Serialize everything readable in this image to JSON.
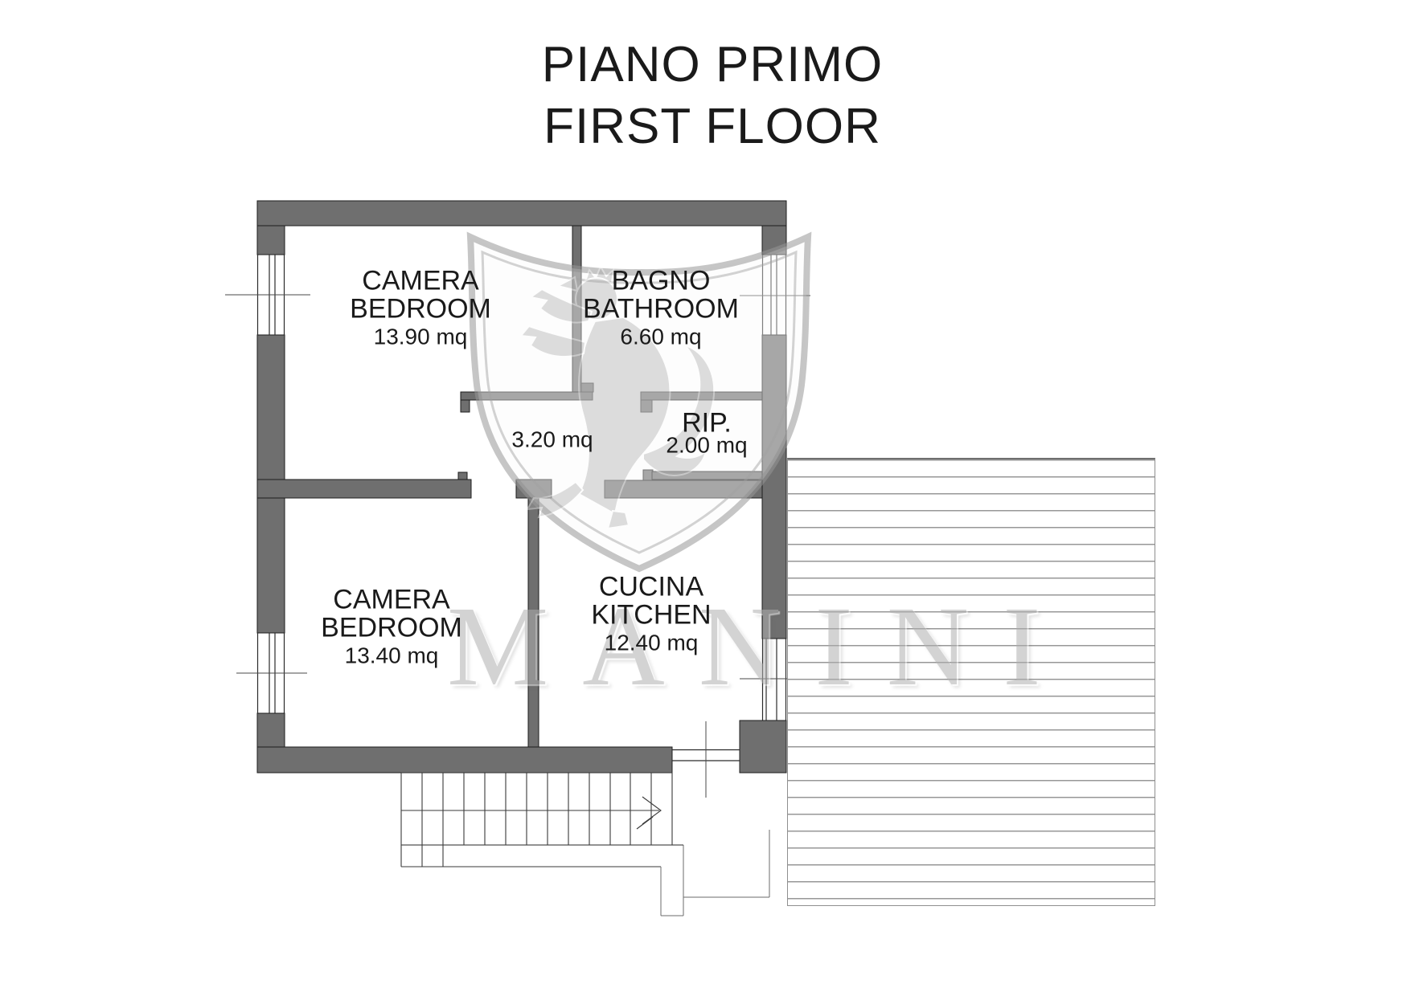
{
  "title": {
    "line1": "PIANO PRIMO",
    "line2": "FIRST FLOOR"
  },
  "rooms": {
    "bedroom1": {
      "name_primary": "CAMERA",
      "name_secondary": "BEDROOM",
      "area": "13.90 mq"
    },
    "bathroom": {
      "name_primary": "BAGNO",
      "name_secondary": "BATHROOM",
      "area": "6.60 mq"
    },
    "hallway": {
      "area": "3.20 mq"
    },
    "storage": {
      "name_primary": "RIP.",
      "area": "2.00 mq"
    },
    "bedroom2": {
      "name_primary": "CAMERA",
      "name_secondary": "BEDROOM",
      "area": "13.40 mq"
    },
    "kitchen": {
      "name_primary": "CUCINA",
      "name_secondary": "KITCHEN",
      "area": "12.40 mq"
    }
  },
  "watermark": {
    "text": "MANINI"
  },
  "colors": {
    "wall": "#6f6f6f",
    "outline": "#1c1c1c",
    "stripe": "#979797",
    "watermark": "#b0b0b0",
    "text": "#1a1a1a",
    "background": "#ffffff"
  }
}
